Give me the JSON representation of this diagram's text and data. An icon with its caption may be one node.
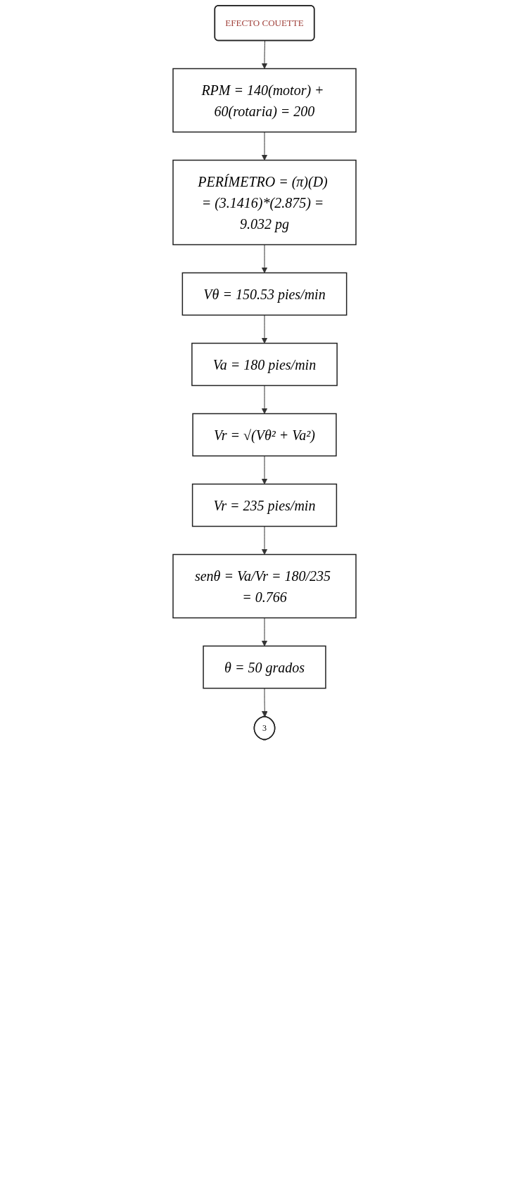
{
  "diagram": {
    "nodes": [
      {
        "text": [
          "EFECTO COUETTE"
        ]
      },
      {
        "text": [
          "RPM = 140(motor) + 60(rotaria) = 200"
        ]
      },
      {
        "text": [
          "PERÍMETRO = (π)(D) = (3.1416)*(2.875) = 9.032 pg"
        ]
      },
      {
        "text": [
          "Vθ = 150.53 pies/min"
        ]
      },
      {
        "text": [
          "Va = 180 pies/min"
        ]
      },
      {
        "text": [
          "Vr = √(Vθ² + Va²)"
        ]
      },
      {
        "text": [
          "Vr = 235 pies/min"
        ]
      },
      {
        "text": [
          "senθ = Va/Vr = 180/235 = 0.766"
        ]
      },
      {
        "text": [
          "θ = 50 grados"
        ]
      },
      {
        "text": [
          "3"
        ]
      }
    ],
    "edges": [
      {
        "from": 0,
        "to": 1,
        "arrow": "to"
      },
      {
        "from": 1,
        "to": 2,
        "arrow": "to"
      },
      {
        "from": 2,
        "to": 3,
        "arrow": "to"
      },
      {
        "from": 3,
        "to": 4,
        "arrow": "to"
      },
      {
        "from": 4,
        "to": 5,
        "arrow": "to"
      },
      {
        "from": 5,
        "to": 6,
        "arrow": "to"
      },
      {
        "from": 6,
        "to": 7,
        "arrow": "to"
      },
      {
        "from": 7,
        "to": 8,
        "arrow": "to"
      },
      {
        "from": 8,
        "to": 9,
        "arrow": "to"
      }
    ]
  }
}
